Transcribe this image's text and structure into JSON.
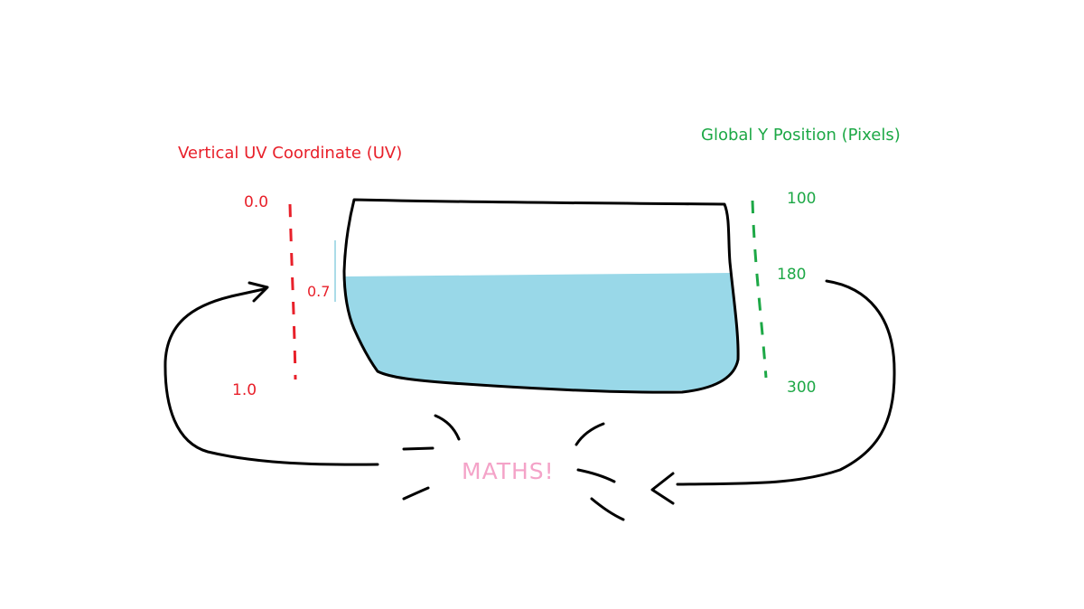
{
  "uv_axis": {
    "title": "Vertical UV Coordinate (UV)",
    "tick_top": "0.0",
    "tick_mid": "0.7",
    "tick_bottom": "1.0",
    "color": "#e8202a"
  },
  "pixel_axis": {
    "title": "Global Y Position (Pixels)",
    "tick_top": "100",
    "tick_mid": "180",
    "tick_bottom": "300",
    "color": "#1da846"
  },
  "container": {
    "fill_level_uv": 0.7,
    "liquid_color": "#99d8e8",
    "outline_color": "#000000"
  },
  "transform_label": {
    "text": "MATHS!",
    "color": "#f4a3c8"
  }
}
